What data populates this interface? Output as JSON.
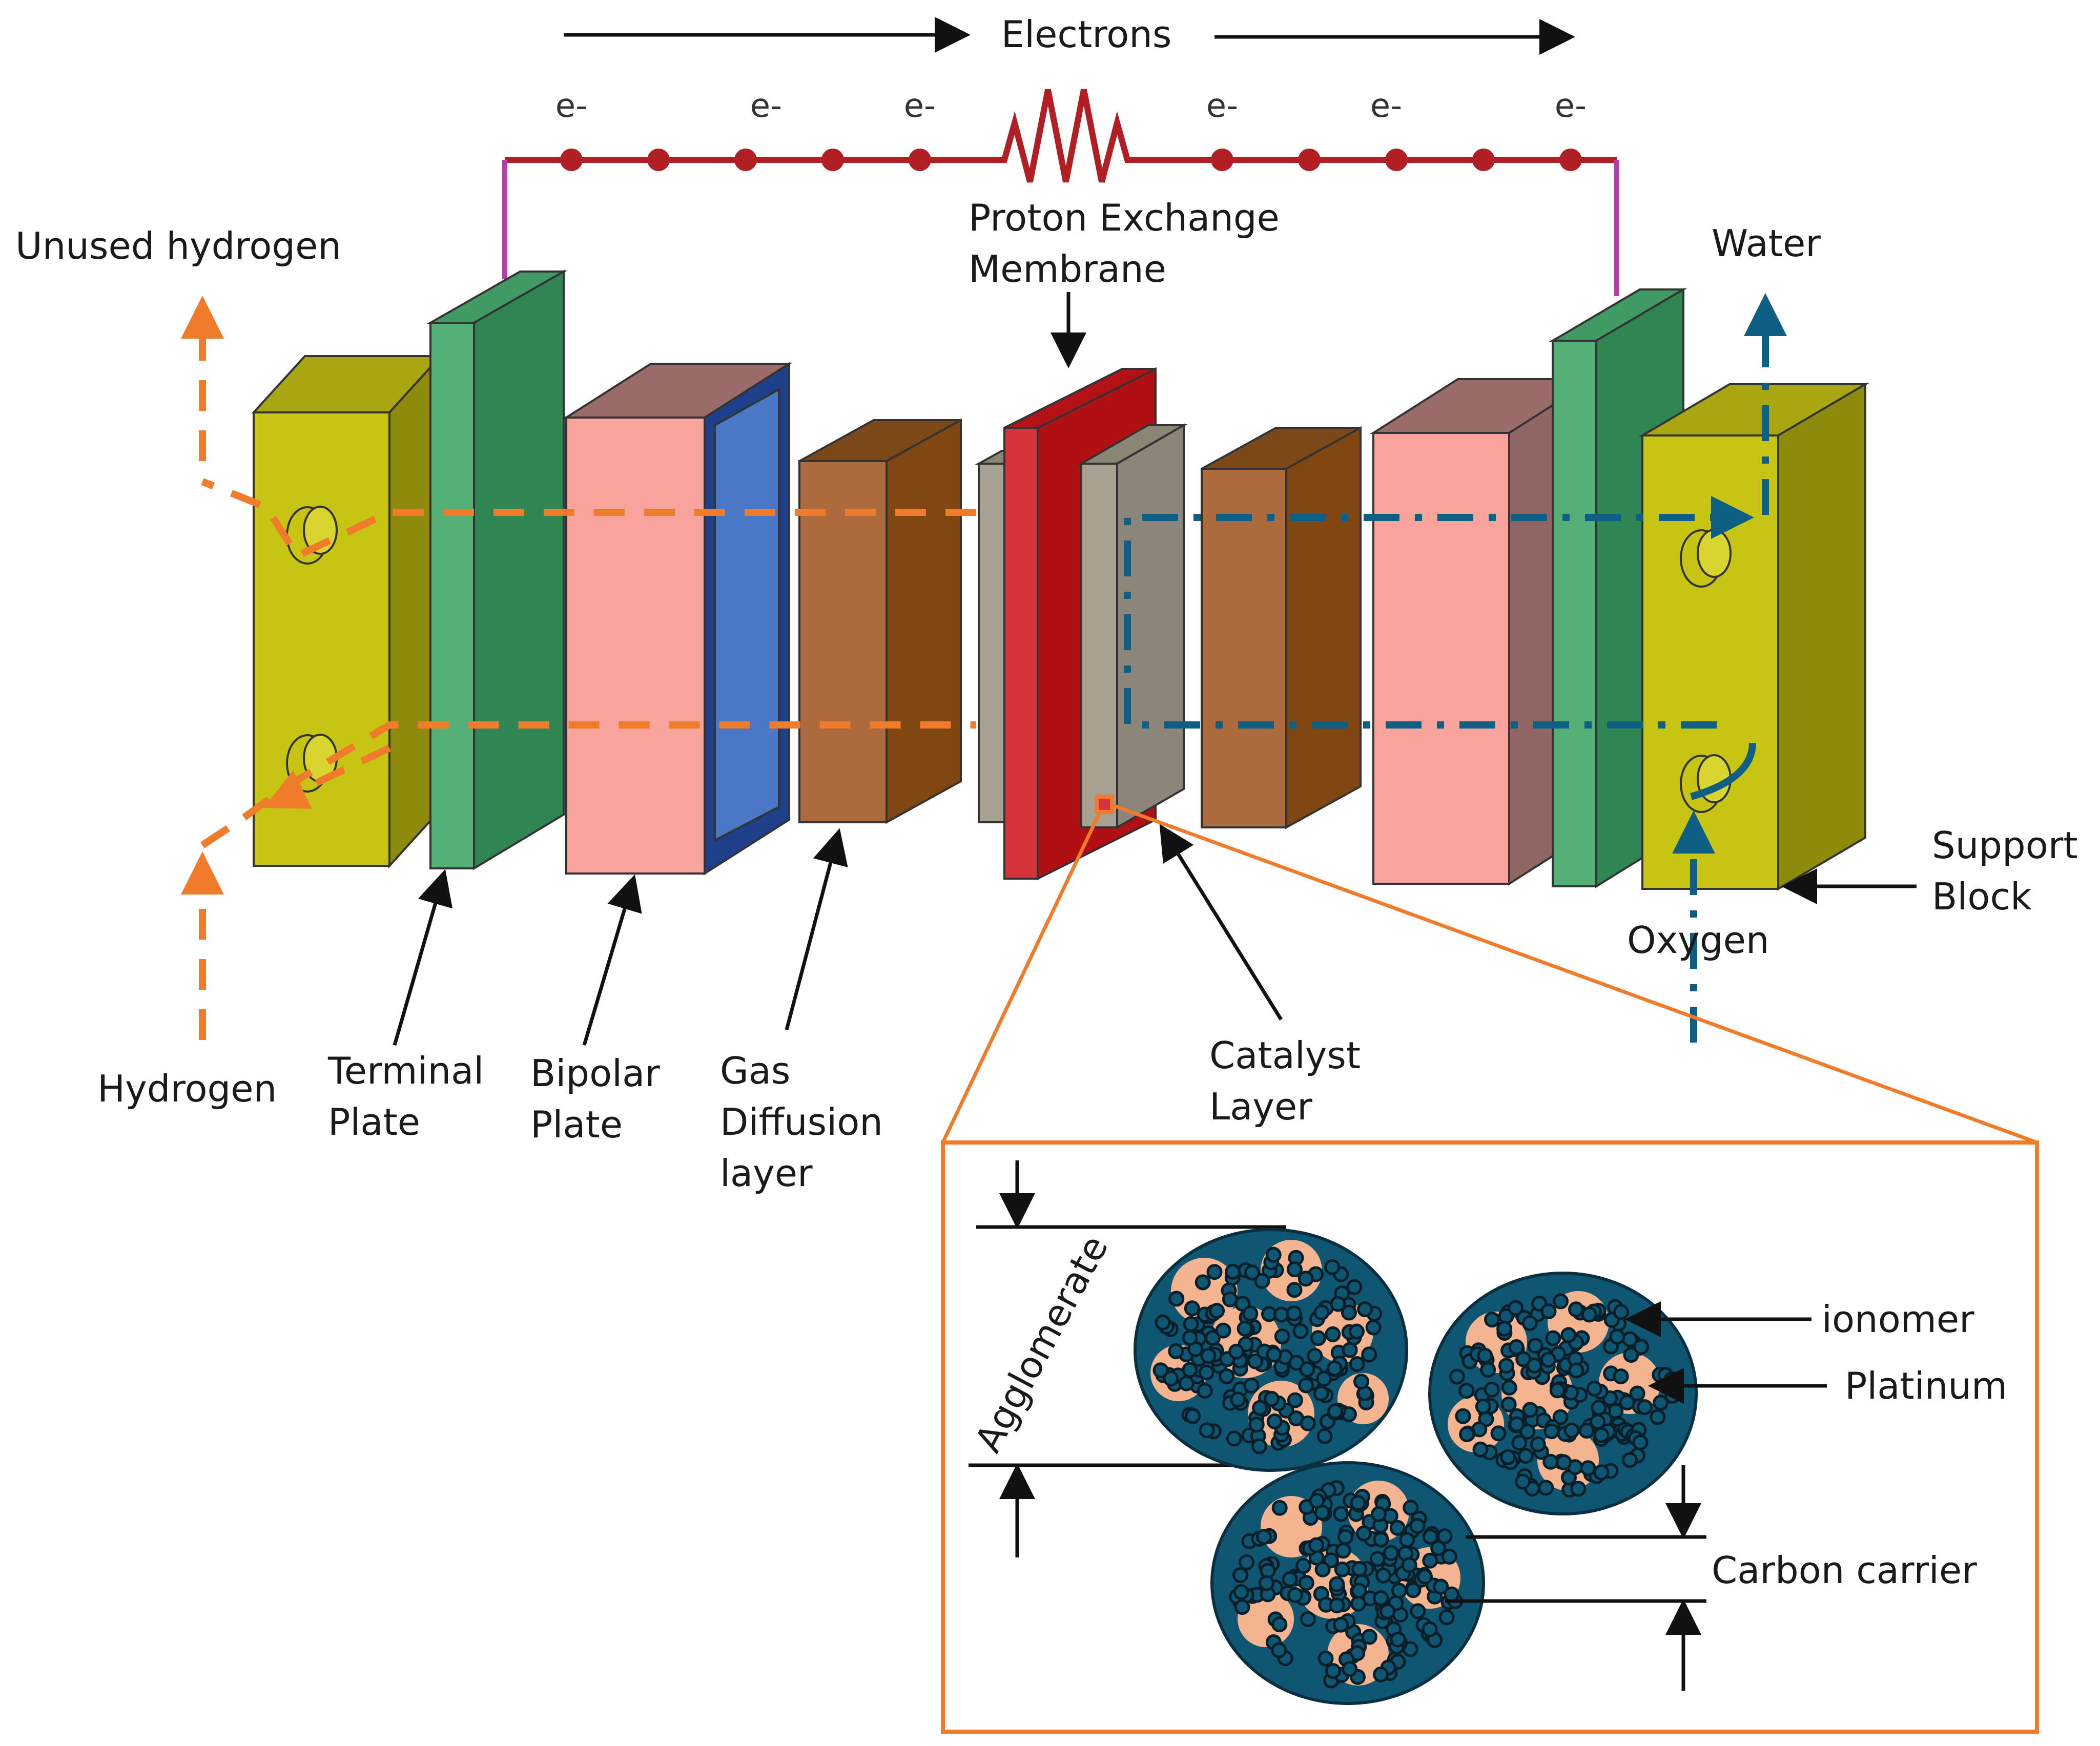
{
  "colors": {
    "wire": "#b11f24",
    "lead": "#b23fa6",
    "hydrogen_path": "#f07b2a",
    "oxygen_path": "#0f5f85",
    "support_block": "#c8c414",
    "terminal_plate": "#55b077",
    "bipolar_plate": "#f8a39c",
    "flow_channel": "#1e3f8a",
    "gas_diffusion": "#ad6a3c",
    "membrane": "#d6333a",
    "catalyst": "#a8a090",
    "agglomerate": "#0f5673",
    "ionomer": "#f3b48f",
    "zoom_frame": "#f07b2a"
  },
  "circuit": {
    "title": "Electrons",
    "electron_label": "e-"
  },
  "labels": {
    "unused_hydrogen": "Unused hydrogen",
    "hydrogen": "Hydrogen",
    "terminal_plate": [
      "Terminal",
      "Plate"
    ],
    "bipolar_plate": [
      "Bipolar",
      "Plate"
    ],
    "gas_diffusion_layer": [
      "Gas",
      "Diffusion",
      "layer"
    ],
    "proton_exchange_membrane": [
      "Proton Exchange",
      "Membrane"
    ],
    "catalyst_layer": [
      "Catalyst",
      "Layer"
    ],
    "water": "Water",
    "oxygen": "Oxygen",
    "support_block": [
      "Support",
      "Block"
    ]
  },
  "inset": {
    "agglomerate": "Agglomerate",
    "ionomer": "ionomer",
    "platinum": "Platinum",
    "carbon_carrier": "Carbon carrier"
  }
}
